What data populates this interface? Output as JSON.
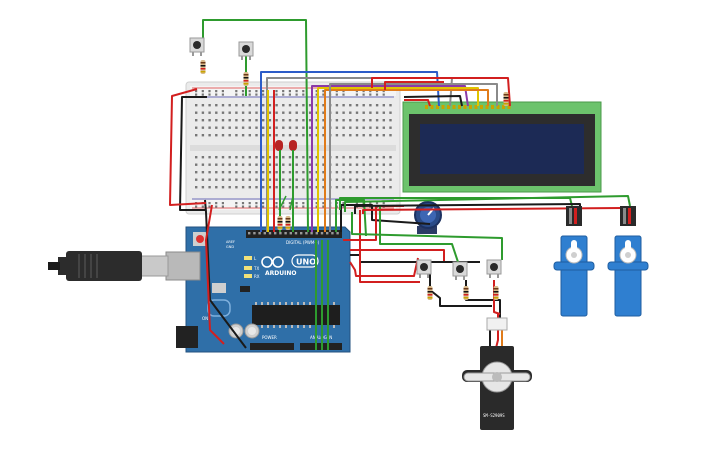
{
  "arduino": {
    "brand": "ARDUINO",
    "model": "UNO",
    "digital_header": "DIGITAL (PWM~)",
    "power_header": "POWER",
    "analog_header": "ANALOG IN",
    "led_l": "L",
    "led_tx": "TX",
    "led_rx": "RX",
    "on_label": "ON",
    "aref": "AREF",
    "gnd": "GND"
  },
  "servo_large": {
    "model": "SM-S2909S"
  },
  "colors": {
    "board": "#2f6fa8",
    "board_dark": "#23527f",
    "breadboard": "#e9e9e9",
    "lcd_frame": "#6cc36c",
    "lcd_screen": "#1c2a55",
    "servo_blue": "#2f7fd0",
    "servo_black": "#2a2a2a",
    "wire_red": "#d21f1f",
    "wire_black": "#1a1a1a",
    "wire_green": "#2e9b2e",
    "wire_yellow": "#e0c400",
    "wire_blue": "#2d5cc7",
    "wire_purple": "#8b3aa8",
    "wire_gray": "#8a8a8a",
    "wire_orange": "#e07b1a"
  }
}
